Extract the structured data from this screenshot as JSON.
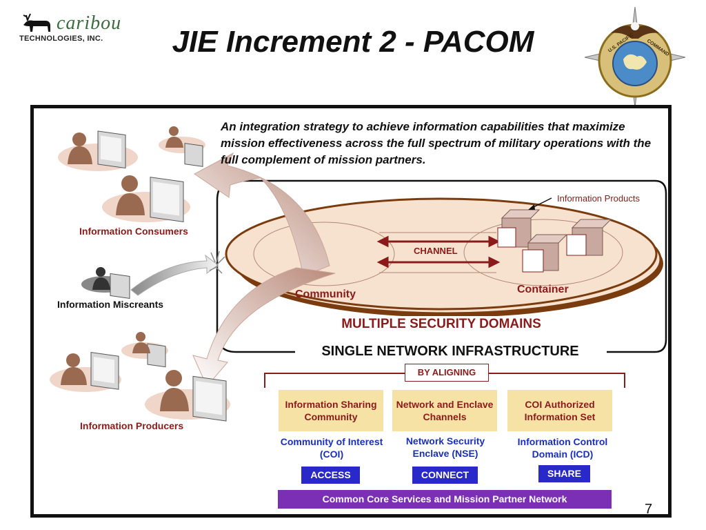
{
  "slide": {
    "title": "JIE Increment 2 - PACOM",
    "page_number": "7"
  },
  "logo": {
    "word": "caribou",
    "subtitle": "TECHNOLOGIES, INC."
  },
  "seal": {
    "text_left": "U.S. PACIFIC",
    "text_right": "COMMAND"
  },
  "strategy_text": "An integration strategy to achieve information capabilities that maximize mission effectiveness across the full spectrum of military operations with the full complement of mission partners.",
  "actors": {
    "consumers": "Information Consumers",
    "miscreants": "Information Miscreants",
    "producers": "Information Producers"
  },
  "domain": {
    "info_products": "Information Products",
    "channel": "CHANNEL",
    "community": "Community",
    "container": "Container",
    "msd": "MULTIPLE SECURITY DOMAINS",
    "sni": "SINGLE NETWORK INFRASTRUCTURE"
  },
  "aligning": {
    "label": "BY ALIGNING",
    "columns": [
      {
        "box": "Information Sharing Community",
        "term": "Community of Interest (COI)",
        "action": "ACCESS"
      },
      {
        "box": "Network and Enclave Channels",
        "term": "Network Security Enclave (NSE)",
        "action": "CONNECT"
      },
      {
        "box": "COI Authorized Information Set",
        "term": "Information Control Domain (ICD)",
        "action": "SHARE"
      }
    ],
    "core_bar": "Common Core Services and Mission Partner Network"
  },
  "colors": {
    "dark_red": "#8b1a1a",
    "tan": "#f7e2a6",
    "blue_text": "#1a2fb8",
    "blue_button": "#2929c9",
    "purple_bar": "#7b2fb5",
    "disc_fill": "#f7e2cf",
    "disc_edge": "#7a3b0e"
  }
}
